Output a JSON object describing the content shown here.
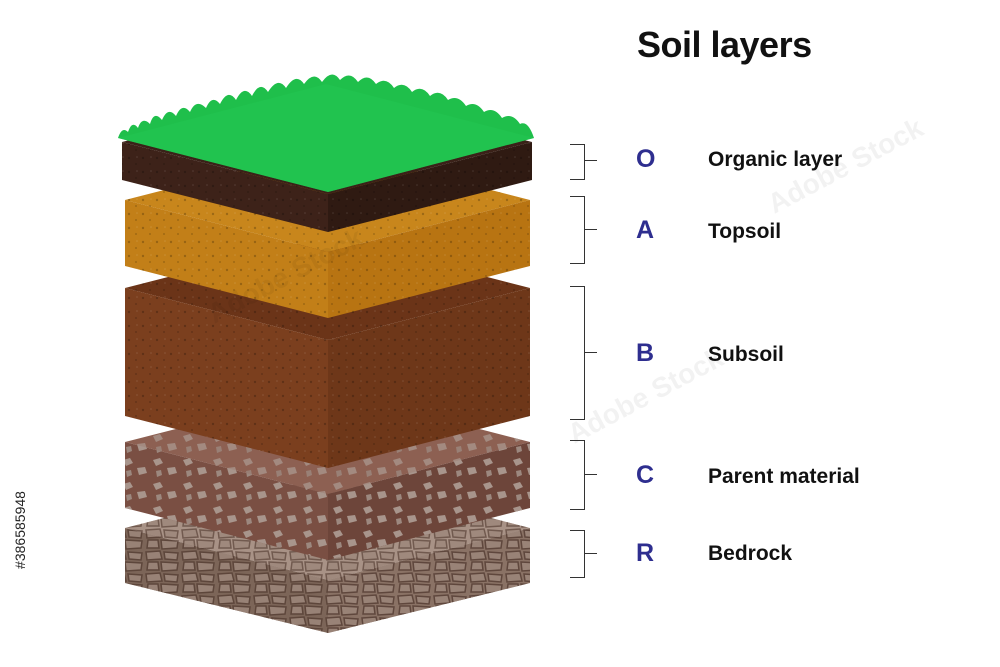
{
  "title": "Soil layers",
  "stock_id": "#386585948",
  "watermark": "Adobe Stock",
  "layers": [
    {
      "code": "O",
      "name": "Organic layer",
      "color": "#3a2118",
      "top_color": "#1fbf4b"
    },
    {
      "code": "A",
      "name": "Topsoil",
      "color": "#c07a16"
    },
    {
      "code": "B",
      "name": "Subsoil",
      "color": "#7a3b1c"
    },
    {
      "code": "C",
      "name": "Parent material",
      "color": "#7d5246"
    },
    {
      "code": "R",
      "name": "Bedrock",
      "color": "#9a8275"
    }
  ],
  "colors": {
    "label_code": "#2e2e8f",
    "grass": "#1fbf4b"
  }
}
